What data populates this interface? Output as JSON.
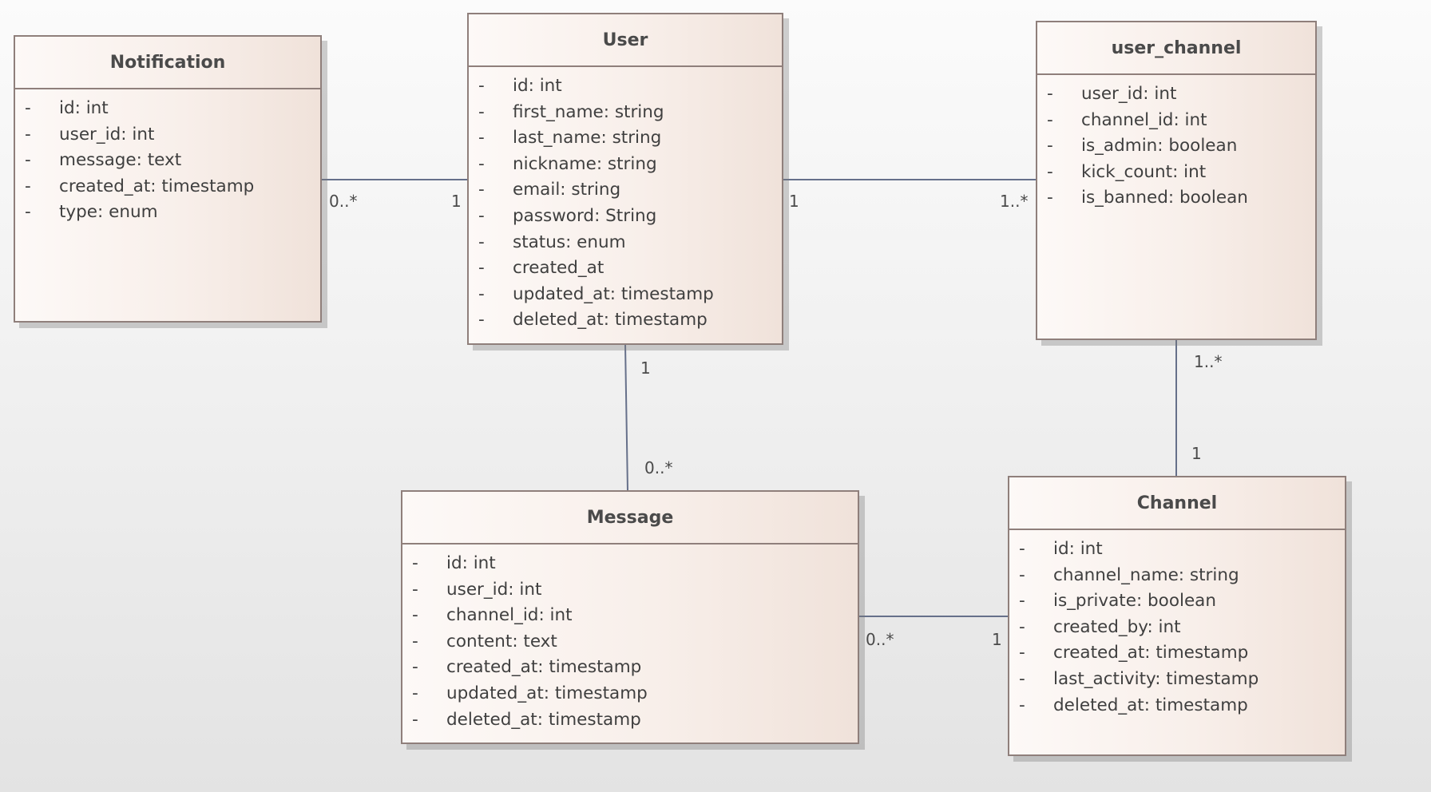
{
  "classes": {
    "notification": {
      "name": "Notification",
      "attributes": [
        {
          "vis": "-",
          "text": "id: int"
        },
        {
          "vis": "-",
          "text": "user_id: int"
        },
        {
          "vis": "-",
          "text": "message: text"
        },
        {
          "vis": "-",
          "text": "created_at: timestamp"
        },
        {
          "vis": "-",
          "text": "type: enum"
        }
      ]
    },
    "user": {
      "name": "User",
      "attributes": [
        {
          "vis": "-",
          "text": "id: int"
        },
        {
          "vis": "-",
          "text": "first_name: string"
        },
        {
          "vis": "-",
          "text": "last_name: string"
        },
        {
          "vis": "-",
          "text": "nickname: string"
        },
        {
          "vis": "-",
          "text": "email: string"
        },
        {
          "vis": "-",
          "text": "password: String"
        },
        {
          "vis": "-",
          "text": "status: enum"
        },
        {
          "vis": "-",
          "text": "created_at"
        },
        {
          "vis": "-",
          "text": "updated_at: timestamp"
        },
        {
          "vis": "-",
          "text": "deleted_at: timestamp"
        }
      ]
    },
    "user_channel": {
      "name": "user_channel",
      "attributes": [
        {
          "vis": "-",
          "text": "user_id: int"
        },
        {
          "vis": "-",
          "text": "channel_id: int"
        },
        {
          "vis": "-",
          "text": "is_admin: boolean"
        },
        {
          "vis": "-",
          "text": "kick_count: int"
        },
        {
          "vis": "-",
          "text": "is_banned: boolean"
        }
      ]
    },
    "message": {
      "name": "Message",
      "attributes": [
        {
          "vis": "-",
          "text": "id: int"
        },
        {
          "vis": "-",
          "text": "user_id: int"
        },
        {
          "vis": "-",
          "text": "channel_id: int"
        },
        {
          "vis": "-",
          "text": "content: text"
        },
        {
          "vis": "-",
          "text": "created_at: timestamp"
        },
        {
          "vis": "-",
          "text": "updated_at: timestamp"
        },
        {
          "vis": "-",
          "text": "deleted_at: timestamp"
        }
      ]
    },
    "channel": {
      "name": "Channel",
      "attributes": [
        {
          "vis": "-",
          "text": "id: int"
        },
        {
          "vis": "-",
          "text": "channel_name: string"
        },
        {
          "vis": "-",
          "text": "is_private: boolean"
        },
        {
          "vis": "-",
          "text": "created_by: int"
        },
        {
          "vis": "-",
          "text": "created_at: timestamp"
        },
        {
          "vis": "-",
          "text": "last_activity: timestamp"
        },
        {
          "vis": "-",
          "text": "deleted_at: timestamp"
        }
      ]
    }
  },
  "associations": {
    "notification_user": {
      "from": "Notification",
      "to": "User",
      "from_mult": "0..*",
      "to_mult": "1"
    },
    "user_user_channel": {
      "from": "User",
      "to": "user_channel",
      "from_mult": "1",
      "to_mult": "1..*"
    },
    "user_message": {
      "from": "User",
      "to": "Message",
      "from_mult": "1",
      "to_mult": "0..*"
    },
    "user_channel_channel": {
      "from": "user_channel",
      "to": "Channel",
      "from_mult": "1..*",
      "to_mult": "1"
    },
    "message_channel": {
      "from": "Message",
      "to": "Channel",
      "from_mult": "0..*",
      "to_mult": "1"
    }
  },
  "colors": {
    "connector": "#66708a",
    "box_border": "#8f7f7b",
    "box_fill_light": "#fdf9f7",
    "box_fill_dark": "#f0e2da"
  }
}
